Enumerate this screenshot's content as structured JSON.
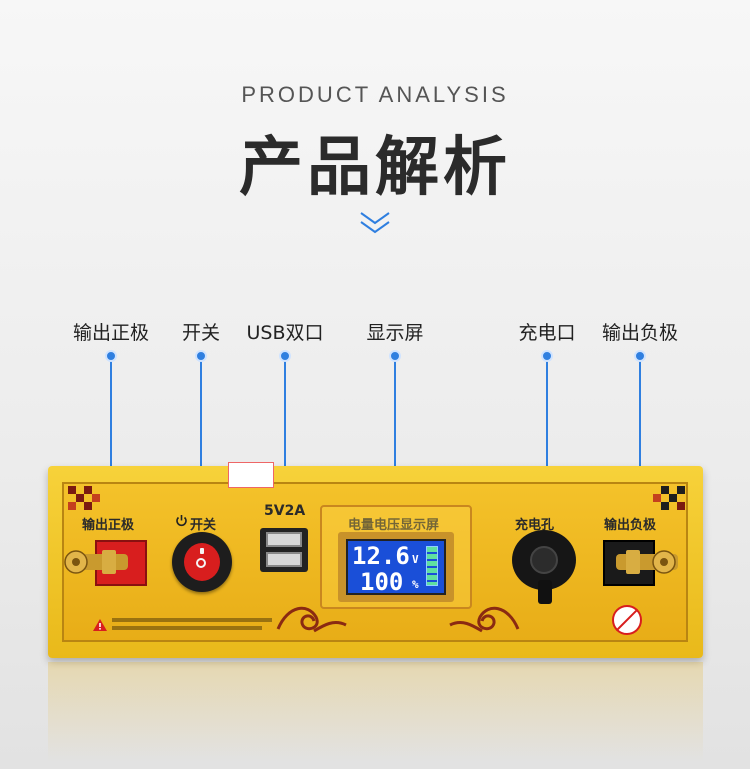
{
  "header": {
    "subtitle": "PRODUCT ANALYSIS",
    "title": "产品解析"
  },
  "callouts": [
    {
      "label": "输出正极"
    },
    {
      "label": "开关"
    },
    {
      "label": "USB双口"
    },
    {
      "label": "显示屏"
    },
    {
      "label": "充电口"
    },
    {
      "label": "输出负极"
    }
  ],
  "panel": {
    "pos_label": "输出正极",
    "switch_label": "开关",
    "usb_label": "5V2A",
    "display_label": "电量电压显示屏",
    "charge_label": "充电孔",
    "neg_label": "输出负极",
    "voltage": "12.6",
    "voltage_unit": "V",
    "percent": "100",
    "percent_unit": "%"
  },
  "colors": {
    "accent": "#2f7fe0",
    "panel": "#f4c22a",
    "lcd": "#1a4fd8",
    "terminal_red": "#d81e1e"
  }
}
